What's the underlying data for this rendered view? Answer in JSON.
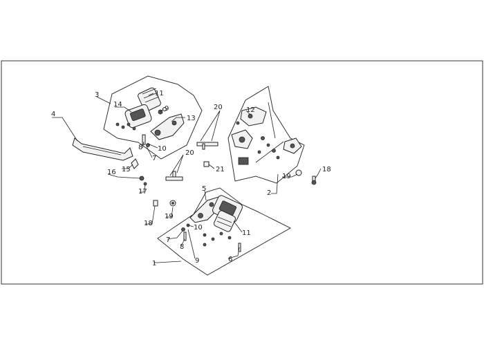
{
  "diagram": {
    "callouts": {
      "n1": "1",
      "n2": "2",
      "n3": "3",
      "n4": "4",
      "n5": "5",
      "n6": "6",
      "n7": "7",
      "n7b": "7",
      "n8": "8",
      "n8b": "8",
      "n9": "9",
      "n9b": "9",
      "n10": "10",
      "n10b": "10",
      "n11": "11",
      "n11b": "11",
      "n12": "12",
      "n13": "13",
      "n14": "14",
      "n15": "15",
      "n16": "16",
      "n17": "17",
      "n18": "18",
      "n18b": "18",
      "n19": "19",
      "n19b": "19",
      "n20": "20",
      "n20b": "20",
      "n21": "21"
    }
  }
}
